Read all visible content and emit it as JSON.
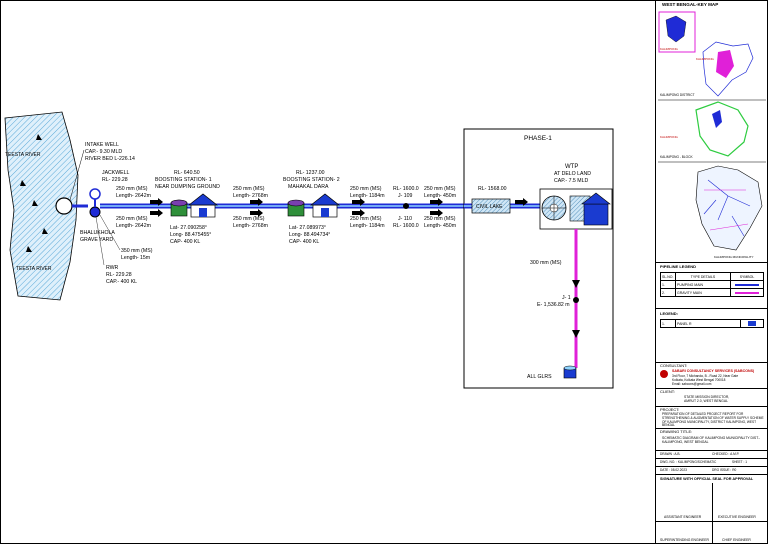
{
  "sources": {
    "river_top": "TEESTA RIVER",
    "river_bottom": "TEESTA RIVER"
  },
  "intake": {
    "title": "INTAKE WELL",
    "cap": "CAP.- 9.30 MLD",
    "bed": "RIVER BED L-226.14"
  },
  "jackwell": {
    "title": "JACKWELL",
    "rl": "RL- 229.28"
  },
  "bhalukhola": {
    "line1": "BHALUKHOLA",
    "line2": "GRAVE YARD"
  },
  "rwr": {
    "title": "RWR",
    "rl": "RL- 229.28",
    "cap": "CAP.- 400 KL"
  },
  "segments": {
    "s1_top_size": "250 mm (MS)",
    "s1_top_len": "Length- 2642m",
    "s1_bot_size": "250 mm (MS)",
    "s1_bot_len": "Length- 2642m",
    "s0_size": "350 mm (MS)",
    "s0_len": "Length- 15m",
    "s2_top_size": "250 mm (MS)",
    "s2_top_len": "Length- 2768m",
    "s2_bot_size": "250 mm (MS)",
    "s2_bot_len": "Length- 2768m",
    "s3_top_size": "250 mm (MS)",
    "s3_top_len": "Length- 1184m",
    "s3_bot_size": "250 mm (MS)",
    "s3_bot_len": "Length- 1184m",
    "s4_top_size": "250 mm (MS)",
    "s4_top_len": "Length- 450m",
    "s4_bot_size": "250 mm (MS)",
    "s4_bot_len": "Length- 450m"
  },
  "bs1": {
    "rl": "RL- 640.50",
    "title": "BOOSTING STATION- 1",
    "sub": "NEAR DUMPING GROUND",
    "lat": "Lat- 27.090258°",
    "long": "Long- 88.475455°",
    "cap": "CAP- 400 KL"
  },
  "bs2": {
    "rl": "RL- 1237.00",
    "title": "BOOSTING STATION- 2",
    "sub": "MAHAKAL DARA",
    "lat": "Lat- 27.089973°",
    "long": "Long- 88.494734°",
    "cap": "CAP- 400 KL"
  },
  "junctions": {
    "j109_rl": "RL- 1600.0",
    "j109": "J- 109",
    "j110": "J- 110",
    "j110_rl": "RL- 1600.0"
  },
  "phase": {
    "title": "PHASE-1",
    "rl": "RL- 1568.00",
    "civil_lake": "CIVIL LAKE",
    "wtp_title": "WTP",
    "wtp_sub": "AT DELO LAND",
    "wtp_cap": "CAP.- 7.5 MLD",
    "gravity_size": "300 mm (MS)",
    "junction": "J- 1",
    "junction_rl": "E- 1,536.82 m",
    "glrs": "ALL GLRS"
  },
  "sidebar": {
    "map_title": "WEST BENGAL-KEY MAP",
    "map_label_1": "KALIMPONG DISTRICT",
    "map_label_2": "KALIMPONG - BLOCK",
    "map_label_3": "KALIMPONG MUNICIPALITY",
    "map_inset_1": "KALIMPONG DISTRICT",
    "map_inset_2": "KALIMPONG MUNICIPALITY",
    "pipe_legend_title": "PIPELINE LEGEND",
    "pipe_legend_cols": [
      "SL.NO.",
      "TYPE DETAILS",
      "SYMBOL"
    ],
    "pipe_legend_rows": [
      {
        "no": "1.",
        "type": "PUMPING MAIN",
        "color": "#1f2bd6"
      },
      {
        "no": "2.",
        "type": "GRAVITY MAIN",
        "color": "#e020d8"
      }
    ],
    "legend_title": "LEGEND:",
    "legend_rows": [
      {
        "no": "1.",
        "type": "PANEL R"
      }
    ],
    "consultant_title": "CONSULTANT:",
    "consultant_name": "SABARI CONSULTANCY SERVICES (SABCONS)",
    "consultant_addr1": "3rd Floor, 7 Michanda, B - Road 22, Near Gate",
    "consultant_addr2": "Kolkata, Kolkata West Bengal 700018",
    "consultant_addr3": "Email: sabcons@gmail.com",
    "client_title": "CLIENT:",
    "client_line1": "STATE MISSION DIRECTOR,",
    "client_line2": "AMRUT 2.0, WEST BENGAL",
    "project_title": "PROJECT:",
    "project_text": "PREPARATION OF DETAILED PROJECT REPORT FOR STRENGTHENING & AUGMENTATION OF WATER SUPPLY SCHEME OF KALIMPONG MUNICIPALITY, DISTRICT KALIMPONG, WEST BENGAL",
    "drawing_title": "DRAWING TITLE:",
    "drawing_text": "SCHEMATIC DIAGRAM OF KALIMPONG MUNICIPALITY DIST.- KALIMPONG, WEST BENGAL",
    "meta_row1_a": "DRAWN : A.B.",
    "meta_row1_b": "CHECKED : A.M.P.",
    "meta_row2_a": "DWG. NO. : KALIMPONG/SCHEMATIC",
    "meta_row2_b": "SHEET : 1",
    "meta_row3_a": "DATE : 08.02.2023",
    "meta_row3_b": "DRG ISSUE : R0",
    "signature_title": "SIGNATURE WITH OFFICIAL SEAL FOR APPROVAL",
    "sign_a": "ASSISTANT ENGINEER",
    "sign_b": "EXECUTIVE ENGINEER",
    "sign_c": "SUPERINTENDING ENGINEER",
    "sign_d": "CHIEF ENGINEER"
  },
  "colors": {
    "pumping_main": "#1f2bd6",
    "pumping_inner": "#8fd4ff",
    "gravity_main": "#e020d8",
    "river_fill": "#cfe8f7",
    "tank_green": "#2f8f3a",
    "roof_blue": "#1a3bd0",
    "red_text": "#c00000"
  }
}
